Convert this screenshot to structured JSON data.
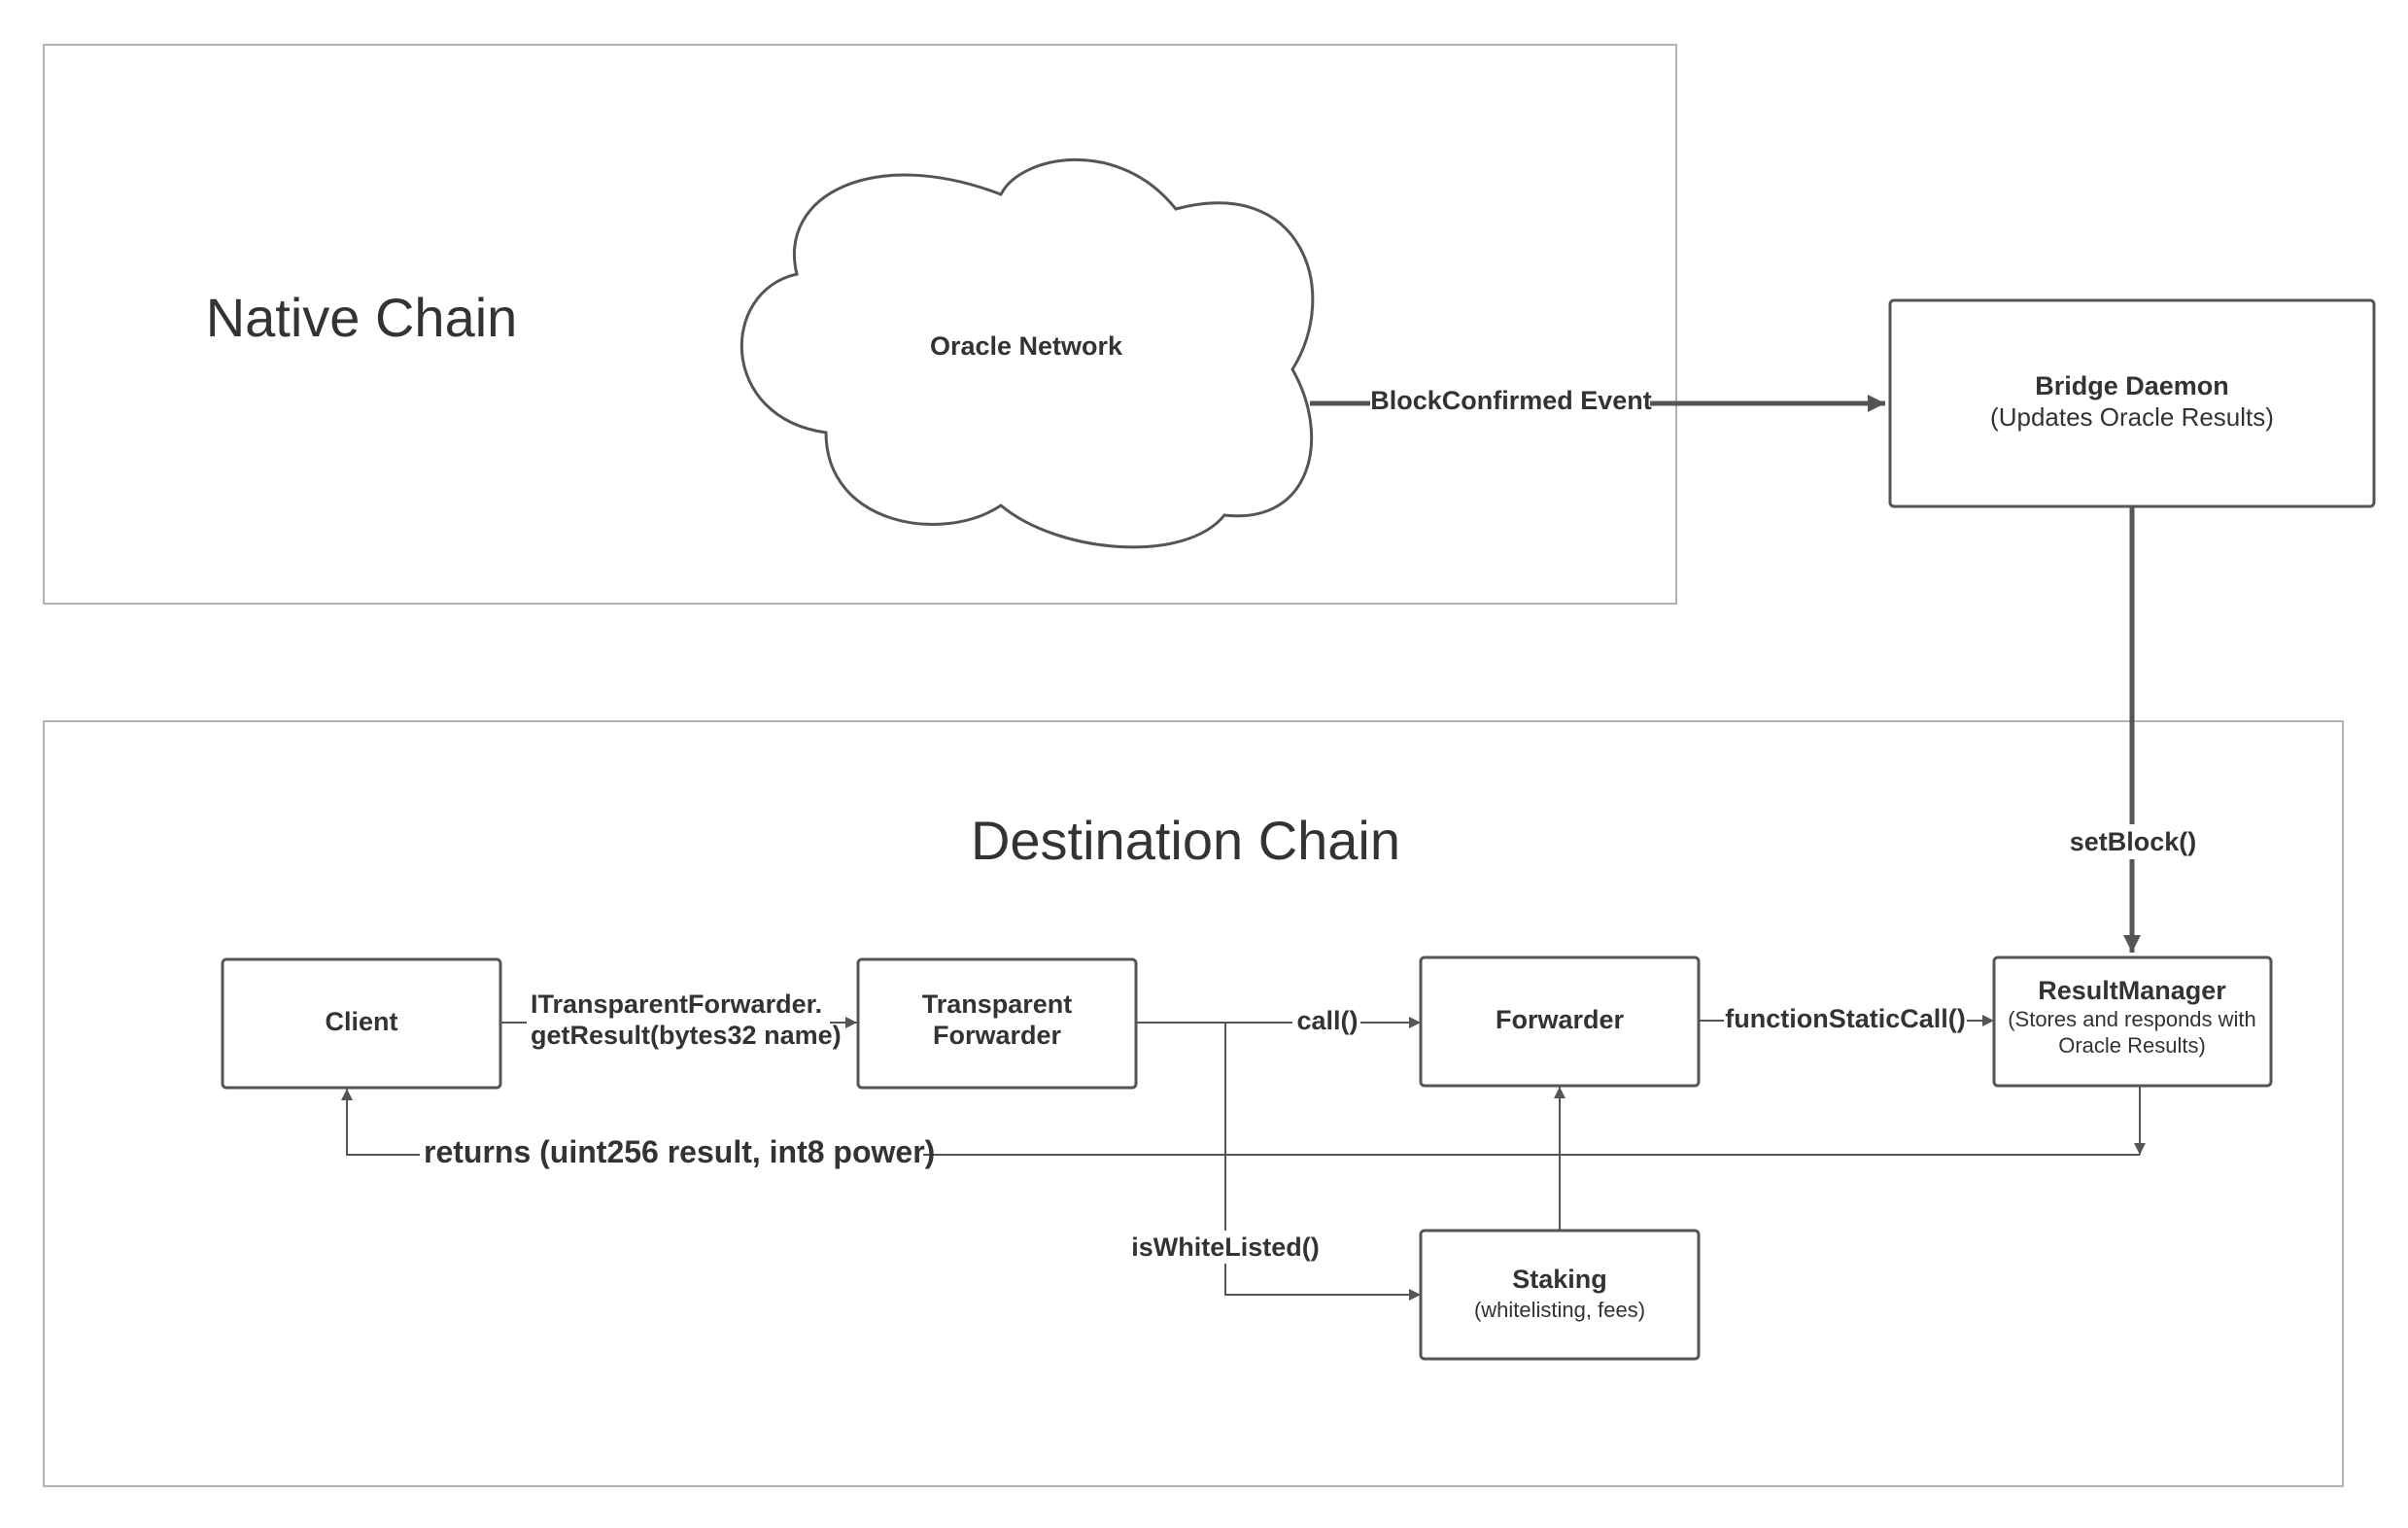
{
  "regions": {
    "native_chain": "Native Chain",
    "destination_chain": "Destination Chain"
  },
  "nodes": {
    "oracle_network": {
      "title": "Oracle Network"
    },
    "bridge_daemon": {
      "title": "Bridge Daemon",
      "subtitle": "(Updates Oracle Results)"
    },
    "client": {
      "title": "Client"
    },
    "transparent_forwarder": {
      "title_line1": "Transparent",
      "title_line2": "Forwarder"
    },
    "forwarder": {
      "title": "Forwarder"
    },
    "result_manager": {
      "title": "ResultManager",
      "subtitle_line1": "(Stores and responds with",
      "subtitle_line2": "Oracle Results)"
    },
    "staking": {
      "title": "Staking",
      "subtitle": "(whitelisting, fees)"
    }
  },
  "edges": {
    "block_confirmed": "BlockConfirmed Event",
    "set_block": "setBlock()",
    "get_result_line1": "ITransparentForwarder.",
    "get_result_line2": "getResult(bytes32 name)",
    "call": "call()",
    "function_static_call": "functionStaticCall()",
    "returns": "returns (uint256 result, int8 power)",
    "is_white_listed": "isWhiteListed()"
  },
  "colors": {
    "line": "#555555",
    "region_border": "#b3b3b3",
    "node_border": "#555555",
    "text": "#333333"
  }
}
